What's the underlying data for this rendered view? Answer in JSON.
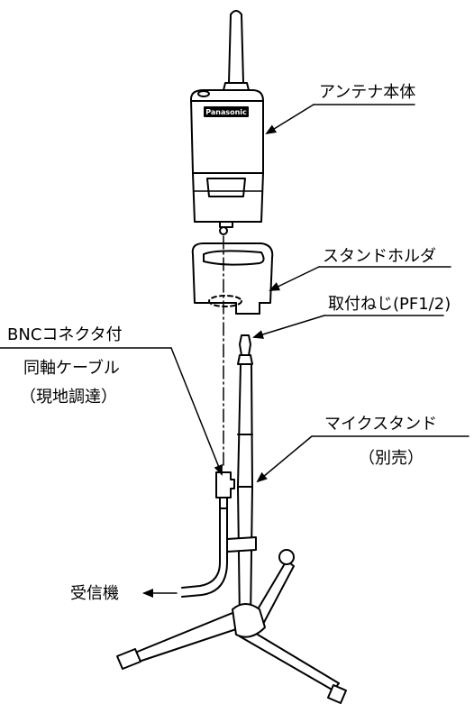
{
  "labels": {
    "antenna_body": "アンテナ本体",
    "stand_holder": "スタンドホルダ",
    "mount_screw": "取付ねじ(PF1/2)",
    "cable_line1": "BNCコネクタ付",
    "cable_line2": "同軸ケーブル",
    "cable_line3": "（現地調達）",
    "mic_stand": "マイクスタンド",
    "mic_stand_note": "（別売）",
    "receiver": "受信機"
  },
  "brand": {
    "logo_text": "Panasonic"
  },
  "colors": {
    "line": "#000000",
    "background": "#ffffff"
  },
  "icons": {
    "arrow_to_receiver": "arrow-left-icon"
  }
}
